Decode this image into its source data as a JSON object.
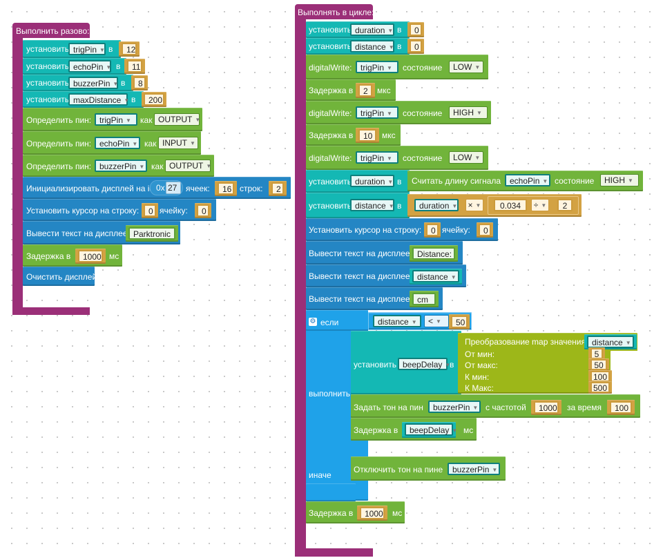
{
  "setup": {
    "hat": "Выполнить разово:",
    "assign": "установить",
    "in": "в",
    "vars": [
      "trigPin",
      "echoPin",
      "buzzerPin",
      "maxDistance"
    ],
    "values": [
      "12",
      "11",
      "8",
      "200"
    ],
    "pin_label": "Определить пин:",
    "as_label": "как",
    "pin_vars": [
      "trigPin",
      "echoPin",
      "buzzerPin"
    ],
    "pin_modes": [
      "OUTPUT",
      "INPUT",
      "OUTPUT"
    ],
    "lcd_init": {
      "label": "Инициализировать дисплей на id:",
      "prefix": "0x",
      "id": "27",
      "cells_label": "ячеек:",
      "cells": "16",
      "rows_label": "строк:",
      "rows": "2"
    },
    "cursor": {
      "label": "Установить курсор на строку:",
      "row": "0",
      "cell_label": "ячейку:",
      "cell": "0"
    },
    "print": {
      "label": "Вывести текст на дисплее:",
      "text": "Parktronic"
    },
    "delay": {
      "label": "Задержка в",
      "value": "1000",
      "unit": "мс"
    },
    "clear": "Очистить дисплей"
  },
  "loop": {
    "hat": "Выполнять в цикле:",
    "assign": "установить",
    "in": "в",
    "init_vars": [
      "duration",
      "distance"
    ],
    "init_values": [
      "0",
      "0"
    ],
    "dw_label": "digitalWrite:",
    "state_label": "состояние",
    "dw1": {
      "pin": "trigPin",
      "state": "LOW"
    },
    "d1": {
      "label": "Задержка в",
      "value": "2",
      "unit": "мкс"
    },
    "dw2": {
      "pin": "trigPin",
      "state": "HIGH"
    },
    "d2": {
      "label": "Задержка в",
      "value": "10",
      "unit": "мкс"
    },
    "dw3": {
      "pin": "trigPin",
      "state": "LOW"
    },
    "pulse": {
      "var": "duration",
      "label": "Считать длину сигнала",
      "pin": "echoPin",
      "state_label": "состояние",
      "state": "HIGH"
    },
    "calc": {
      "var": "distance",
      "a": "duration",
      "op1": "×",
      "b": "0.034",
      "op2": "÷",
      "c": "2"
    },
    "cursor": {
      "label": "Установить курсор на строку:",
      "row": "0",
      "cell_label": "ячейку:",
      "cell": "0"
    },
    "print_label": "Вывести текст на дисплее:",
    "print1": "Distance:",
    "print2": "distance",
    "print3": "cm",
    "if": {
      "if_label": "если",
      "var": "distance",
      "op": "<",
      "value": "50",
      "do_label": "выполнить",
      "else_label": "иначе"
    },
    "map": {
      "assign": "установить",
      "var": "beepDelay",
      "in": "в",
      "title": "Преобразование map значения",
      "src": "distance",
      "labels": [
        "От мин:",
        "От макс:",
        "К мин:",
        "К Макс:"
      ],
      "values": [
        "5",
        "50",
        "100",
        "500"
      ]
    },
    "tone": {
      "label": "Задать тон на пин",
      "pin": "buzzerPin",
      "freq_label": "с частотой",
      "freq": "1000",
      "dur_label": "за время",
      "dur": "100"
    },
    "d3": {
      "label": "Задержка в",
      "var": "beepDelay",
      "unit": "мс"
    },
    "notone": {
      "label": "Отключить тон на пине",
      "pin": "buzzerPin"
    },
    "d4": {
      "label": "Задержка в",
      "value": "1000",
      "unit": "мс"
    }
  },
  "colors": {
    "hat": "#9b2f78",
    "variable": "#14b8b4",
    "io": "#71b43b",
    "display": "#2486c4",
    "control": "#1fa2e9",
    "math": "#d3a243",
    "map": "#9db719"
  },
  "icons": {
    "if_gear": "gear-icon",
    "dropdown": "dropdown-arrow-icon"
  }
}
